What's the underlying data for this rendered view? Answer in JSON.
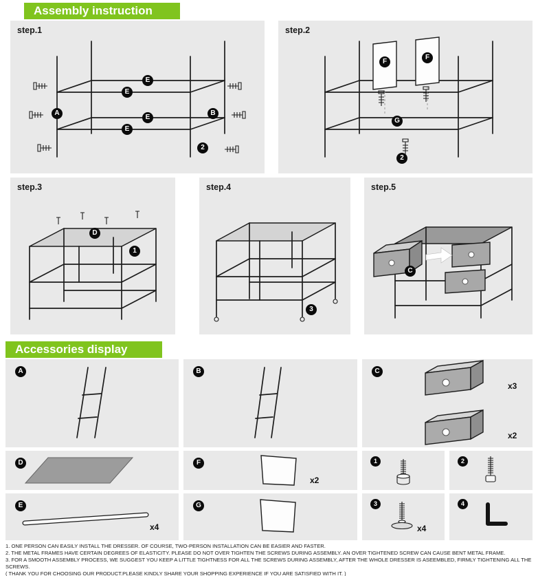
{
  "header": {
    "title": "Assembly instruction"
  },
  "accessories_header": {
    "title": "Accessories display"
  },
  "steps": [
    {
      "label": "step.1",
      "badges": [
        "E",
        "E",
        "E",
        "E",
        "A",
        "B",
        "2"
      ]
    },
    {
      "label": "step.2",
      "badges": [
        "F",
        "F",
        "G",
        "2"
      ]
    },
    {
      "label": "step.3",
      "badges": [
        "D",
        "1"
      ]
    },
    {
      "label": "step.4",
      "badges": [
        "3"
      ]
    },
    {
      "label": "step.5",
      "badges": [
        "C"
      ]
    }
  ],
  "accessories": {
    "frame_a": {
      "badge": "A"
    },
    "frame_b": {
      "badge": "B"
    },
    "drawer": {
      "badge": "C",
      "qty_top": "x3",
      "qty_bottom": "x2"
    },
    "panel_top": {
      "badge": "D"
    },
    "divider_f": {
      "badge": "F",
      "qty": "x2"
    },
    "foot_screw": {
      "badge": "1"
    },
    "bolt": {
      "badge": "2"
    },
    "rod": {
      "badge": "E",
      "qty": "x4"
    },
    "divider_g": {
      "badge": "G"
    },
    "foot": {
      "badge": "3",
      "qty": "x4"
    },
    "allen_key": {
      "badge": "4"
    }
  },
  "notes": [
    "1. ONE PERSON CAN EASILY INSTALL THE DRESSER. OF COURSE, TWO-PERSON INSTALLATION CAN BE EASIER AND FASTER.",
    "2. THE METAL FRAMES HAVE CERTAIN DEGREES OF ELASTICITY. PLEASE DO NOT OVER TIGHTEN THE SCREWS DURING ASSEMBLY. AN OVER TIGHTENED SCREW CAN CAUSE BENT METAL FRAME.",
    "3. FOR A SMOOTH ASSEMBLY PROCESS, WE SUGGEST YOU KEEP A LITTLE TIGHTNESS FOR ALL THE SCREWS DURING ASSEMBLY, AFTER THE WHOLE DRESSER IS ASEEMBLED, FIRMLY TIGHTENING ALL THE SCREWS.",
    "( THANK YOU FOR CHOOSING OUR PRODUCT.PLEASE KINDLY SHARE YOUR SHOPPING EXPERIENCE IF YOU ARE SATISFIED WITH IT. )"
  ]
}
